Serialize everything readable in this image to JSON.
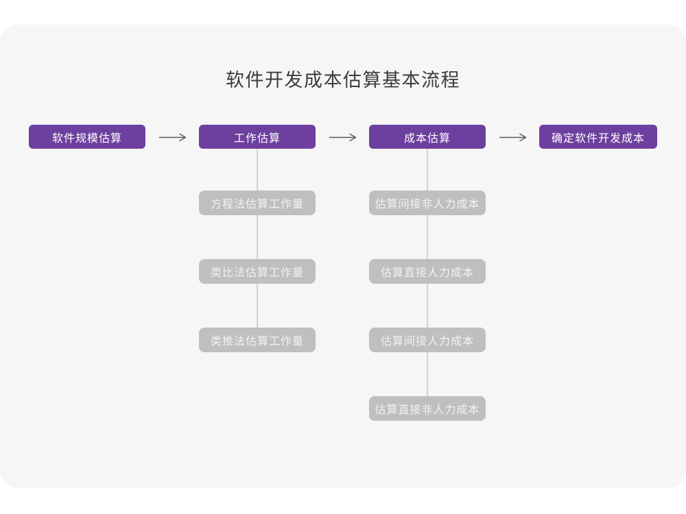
{
  "colors": {
    "card_bg": "#f6f6f7",
    "stage_bg": "#6d3f9e",
    "stage_text": "#ffffff",
    "substep_bg": "#bfbfbf",
    "substep_text": "#f2f2f2",
    "connector": "#d2d2d2",
    "arrow": "#58585a",
    "title_text": "#3b3b3b"
  },
  "icons": {
    "flow_arrow": "arrow-right"
  },
  "diagram": {
    "title": "软件开发成本估算基本流程",
    "stages": [
      {
        "label": "软件规模估算",
        "substeps": []
      },
      {
        "label": "工作估算",
        "substeps": [
          "方程法估算工作量",
          "类比法估算工作量",
          "类推法估算工作量"
        ]
      },
      {
        "label": "成本估算",
        "substeps": [
          "估算间接非人力成本",
          "估算直接人力成本",
          "估算间接人力成本",
          "估算直接非人力成本"
        ]
      },
      {
        "label": "确定软件开发成本",
        "substeps": []
      }
    ]
  }
}
